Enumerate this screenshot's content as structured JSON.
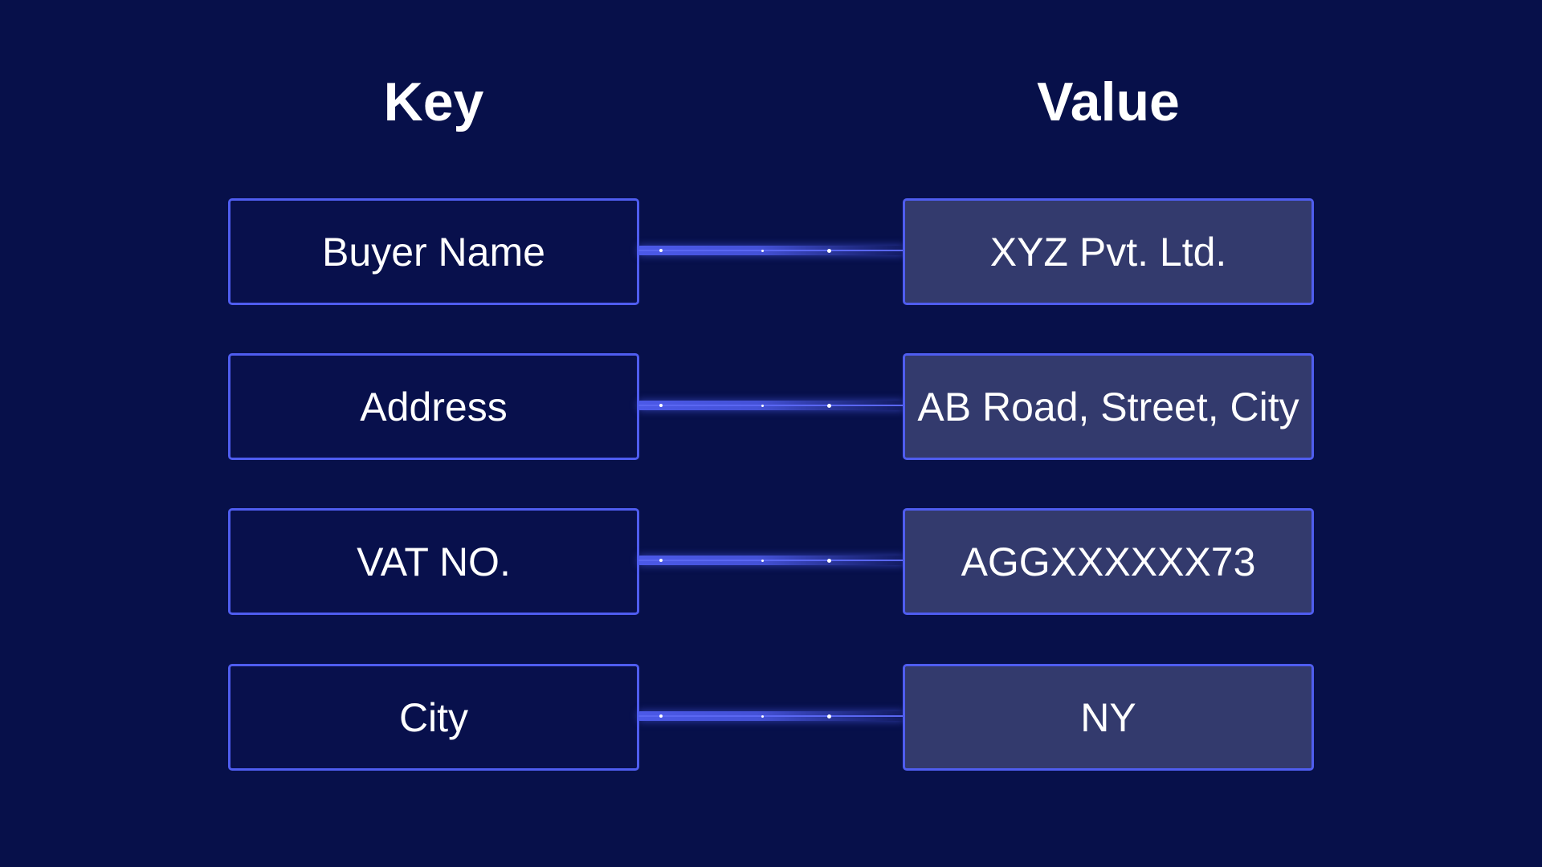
{
  "headers": {
    "key": "Key",
    "value": "Value"
  },
  "rows": [
    {
      "key": "Buyer Name",
      "value": "XYZ Pvt. Ltd."
    },
    {
      "key": "Address",
      "value": "AB Road, Street, City"
    },
    {
      "key": "VAT NO.",
      "value": "AGGXXXXXX73"
    },
    {
      "key": "City",
      "value": "NY"
    }
  ],
  "colors": {
    "background": "#07104a",
    "border_accent": "#4f5df0",
    "key_box_fill": "#08104c",
    "value_box_fill": "#333a6d",
    "text": "#ffffff"
  }
}
